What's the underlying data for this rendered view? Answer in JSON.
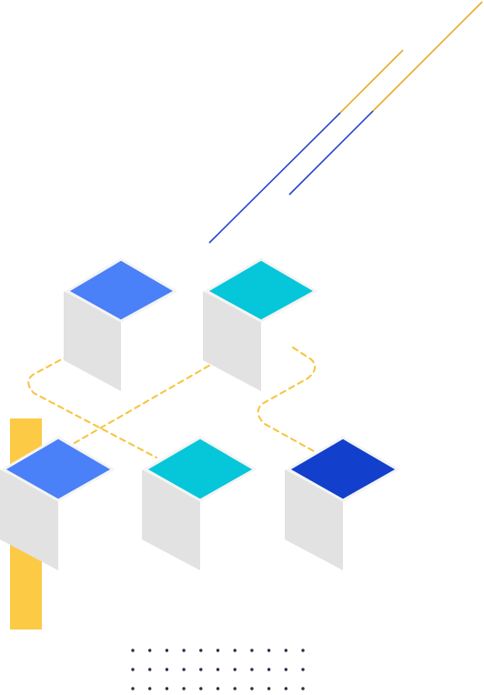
{
  "illustration": {
    "subject": "isometric-network-blocks",
    "colors": {
      "background": "#ffffff",
      "blue": "#4a80f8",
      "cyan": "#06c6da",
      "dark_blue": "#1240cd",
      "cube_side": "#e2e2e2",
      "cube_edge": "#f4f4f4",
      "dashed_connector": "#f6c43c",
      "accent_line_orange": "#e6ac2d",
      "accent_line_blue": "#2748cc",
      "yellow_bar": "#fcca45",
      "dots": "#25304a"
    },
    "cubes": [
      {
        "name": "cube-top-left",
        "top_color": "blue"
      },
      {
        "name": "cube-top-right",
        "top_color": "cyan"
      },
      {
        "name": "cube-bottom-left",
        "top_color": "blue"
      },
      {
        "name": "cube-bottom-middle",
        "top_color": "cyan"
      },
      {
        "name": "cube-bottom-right",
        "top_color": "dark_blue"
      }
    ]
  }
}
